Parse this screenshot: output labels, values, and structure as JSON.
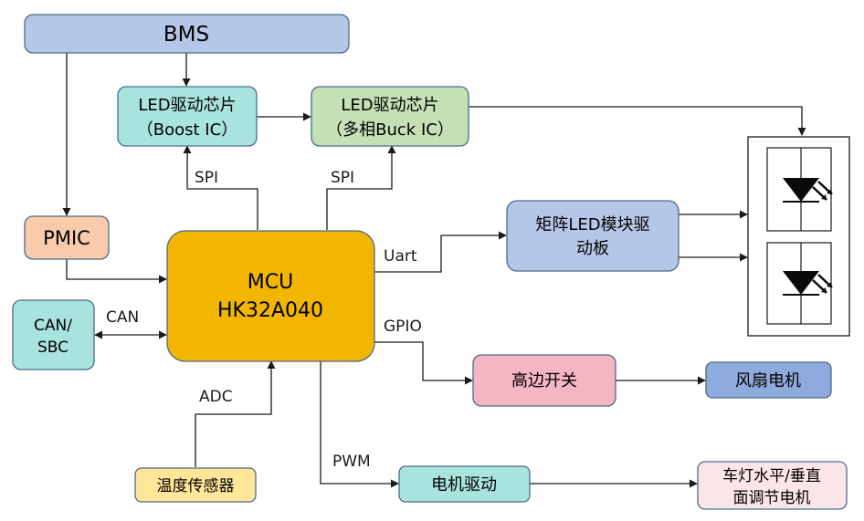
{
  "colors": {
    "blue": "#B4C7E7",
    "cyan": "#A9E3DE",
    "green": "#C5E0B4",
    "orange": "#F8CBAD",
    "gold": "#F2B600",
    "pink": "#F4B6C2",
    "darkBlue": "#8FAADC",
    "yellow": "#FFE699",
    "lightPink": "#FBE5E8",
    "stroke": "#4A6B8A"
  },
  "nodes": {
    "bms": "BMS",
    "led_boost_line1": "LED驱动芯片",
    "led_boost_line2": "（Boost IC）",
    "led_buck_line1": "LED驱动芯片",
    "led_buck_line2": "（多相Buck IC）",
    "pmic": "PMIC",
    "mcu_line1": "MCU",
    "mcu_line2": "HK32A040",
    "can_sbc_line1": "CAN/",
    "can_sbc_line2": "SBC",
    "matrix_line1": "矩阵LED模块驱",
    "matrix_line2": "动板",
    "high_side_switch": "高边开关",
    "fan_motor": "风扇电机",
    "temp_sensor": "温度传感器",
    "motor_driver": "电机驱动",
    "headlamp_line1": "车灯水平/垂直",
    "headlamp_line2": "面调节电机"
  },
  "edge_labels": {
    "spi_left": "SPI",
    "spi_right": "SPI",
    "uart": "Uart",
    "gpio": "GPIO",
    "can": "CAN",
    "adc": "ADC",
    "pwm": "PWM"
  }
}
